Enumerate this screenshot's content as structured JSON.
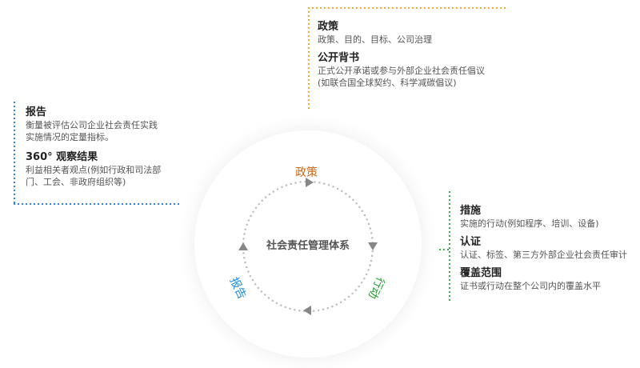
{
  "colors": {
    "policy": "#f0a020",
    "policy_label": "#d4650f",
    "report": "#1a73e8",
    "report_label": "#1a8ce8",
    "action": "#2e9e3a",
    "action_label": "#1a9e2a",
    "cycle": "#bdbdbd",
    "arrow": "#888888"
  },
  "center": {
    "title": "社会责任管理体系"
  },
  "cycle_labels": {
    "policy": "政策",
    "action": "行动",
    "report": "报告"
  },
  "policy_box": {
    "items": [
      {
        "title": "政策",
        "desc": [
          "政策、目的、目标、公司治理"
        ]
      },
      {
        "title": "公开背书",
        "desc": [
          "正式公开承诺或参与外部企业社会责任倡议",
          "(如联合国全球契约、科学减碳倡议)"
        ]
      }
    ]
  },
  "report_box": {
    "items": [
      {
        "title": "报告",
        "desc": [
          "衡量被评估公司企业社会责任实践",
          "实施情况的定量指标。"
        ]
      },
      {
        "title": "360° 观察结果",
        "desc": [
          "利益相关者观点(例如行政和司法部",
          "门、工会、非政府组织等)"
        ]
      }
    ]
  },
  "action_box": {
    "items": [
      {
        "title": "措施",
        "desc": [
          "实施的行动(例如程序、培训、设备)"
        ]
      },
      {
        "title": "认证",
        "desc": [
          "认证、标签、第三方外部企业社会责任审计"
        ]
      },
      {
        "title": "覆盖范围",
        "desc": [
          "证书或行动在整个公司内的覆盖水平"
        ]
      }
    ]
  }
}
